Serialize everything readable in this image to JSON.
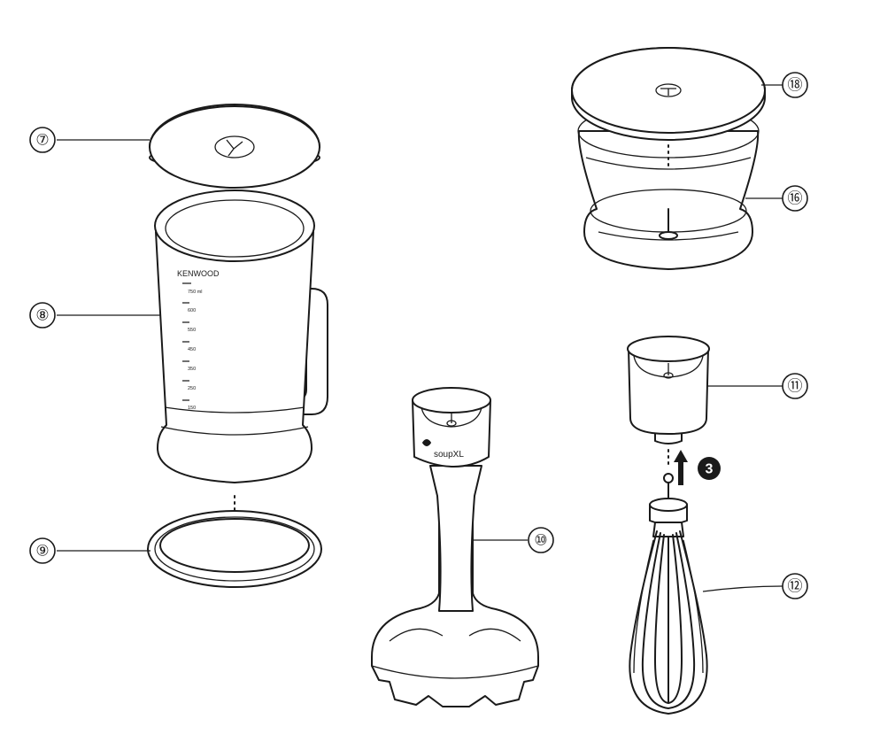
{
  "callouts": {
    "lid_small": "⑦",
    "jug": "⑧",
    "non_slip_base": "⑨",
    "blender_shaft": "⑩",
    "whisk_collar": "⑪",
    "whisk": "⑫",
    "chopper_bowl": "⑯",
    "chopper_lid": "⑱"
  },
  "step": "3",
  "jug": {
    "brand": "KENWOOD",
    "graduations": [
      "750 ml",
      "600",
      "550",
      "450",
      "350",
      "250",
      "150"
    ]
  },
  "shaft_label": "soupXL"
}
